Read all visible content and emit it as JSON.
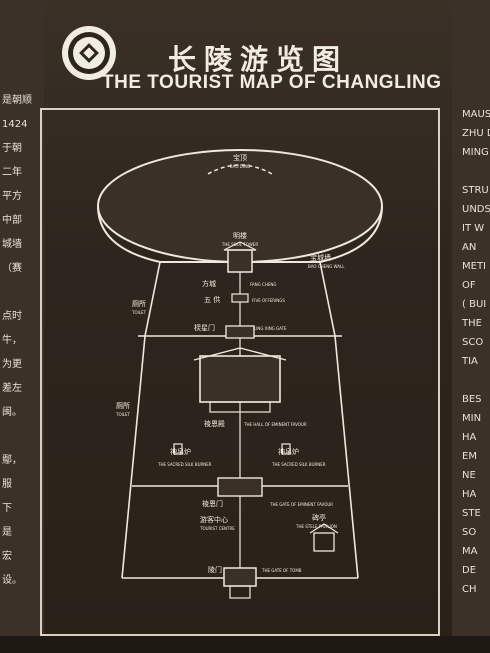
{
  "title_cn": "长陵游览图",
  "title_en": "THE TOURIST MAP OF CHANGLING",
  "left_text": [
    "是朝顺",
    "1424",
    "于朝",
    "二年",
    "平方",
    "中部",
    "城墙",
    "（赛",
    "",
    "点时",
    "牛，",
    "为更",
    "差左",
    "闽。",
    "",
    "鄢，",
    "服",
    "下",
    "是",
    "宏",
    "设。"
  ],
  "right_text": [
    "MAUSO",
    "ZHU D",
    "MING",
    "",
    "STRU",
    "UNDS",
    "IT W",
    "AN",
    "METI",
    "OF",
    "( BUI",
    "THE",
    "SCO",
    "TIA",
    "",
    "BES",
    "MIN",
    "HA",
    "EM",
    "NE",
    "HA",
    "STE",
    "SO",
    "MA",
    "DE",
    "CH"
  ],
  "map": {
    "bao_ding_cn": "宝顶",
    "bao_ding_en": "BAO DING",
    "ming_lou_cn": "明楼",
    "ming_lou_en": "THE SOUL TOWER",
    "bao_cheng_cn": "宝城墙",
    "bao_cheng_en": "BAO CHENG WALL",
    "fang_cheng_cn": "方城",
    "fang_cheng_en": "FANG CHENG",
    "wu_gong_cn": "五 供",
    "wu_gong_en": "FIVE OFFERINGS",
    "toilet1_cn": "厕所",
    "toilet1_en": "TOILET",
    "ling_xing_cn": "棂星门",
    "ling_xing_en": "LING XING GATE",
    "ling_en_dian_cn": "祾恩殿",
    "ling_en_dian_en": "THE HALL OF EMINENT FAVOUR",
    "toilet2_cn": "厕所",
    "toilet2_en": "TOILET",
    "burner_l_cn": "神帛炉",
    "burner_l_en": "THE SACRED SILK BURNER",
    "burner_r_cn": "神帛炉",
    "burner_r_en": "THE SACRED SILK BURNER",
    "ling_en_men_cn": "祾恩门",
    "ling_en_men_en": "THE GATE OF EMINENT FAVOUR",
    "tourist_cn": "游客中心",
    "tourist_en": "TOURIST CENTRE",
    "stele_cn": "碑亭",
    "stele_en": "THE STELE PAVILION",
    "ling_men_cn": "陵门",
    "ling_men_en": "THE GATE OF TOMB"
  }
}
